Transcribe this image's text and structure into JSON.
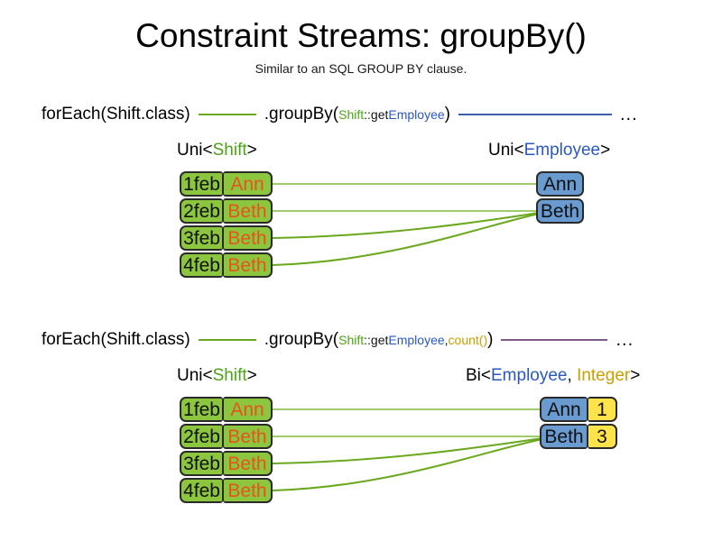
{
  "header": {
    "title": "Constraint Streams: groupBy()",
    "subtitle": "Similar to an SQL GROUP BY clause."
  },
  "colors": {
    "shift_box_fill": "#8cc63e",
    "shift_box_text": "#101010",
    "shift_employee_text": "#e8521c",
    "employee_box_fill": "#6a9bd0",
    "count_box_fill": "#ffe34d",
    "link_green": "#6aa81e",
    "link_blue": "#3b5fa8",
    "link_purple": "#7d5a85",
    "token_shift": "#4aa413",
    "token_employee": "#2a58c0",
    "token_integer": "#c8a002"
  },
  "sections": [
    {
      "id": "groupby-single",
      "pipeline": {
        "for_each_prefix": "forEach(",
        "for_each_type": "Shift",
        "for_each_suffix": ".class)",
        "connector_color": "green",
        "group_by_prefix": ".groupBy(",
        "mapper_type": "Shift",
        "mapper_sep": "::get",
        "mapper_prop": "Employee",
        "group_by_suffix": ")",
        "tail_connector_color": "blue",
        "ellipsis": "..."
      },
      "left_label": {
        "generic": "Uni<",
        "type": "Shift",
        "close": ">"
      },
      "right_label": {
        "generic": "Uni<",
        "type": "Employee",
        "close": ">"
      },
      "left_nodes": [
        {
          "date": "1feb",
          "employee": "Ann"
        },
        {
          "date": "2feb",
          "employee": "Beth"
        },
        {
          "date": "3feb",
          "employee": "Beth"
        },
        {
          "date": "4feb",
          "employee": "Beth"
        }
      ],
      "right_nodes": [
        {
          "employee": "Ann",
          "count": null
        },
        {
          "employee": "Beth",
          "count": null
        }
      ],
      "links": [
        {
          "from": 0,
          "to": 0
        },
        {
          "from": 1,
          "to": 1
        },
        {
          "from": 2,
          "to": 1
        },
        {
          "from": 3,
          "to": 1
        }
      ]
    },
    {
      "id": "groupby-count",
      "pipeline": {
        "for_each_prefix": "forEach(",
        "for_each_type": "Shift",
        "for_each_suffix": ".class)",
        "connector_color": "green",
        "group_by_prefix": ".groupBy(",
        "mapper_type": "Shift",
        "mapper_sep": "::get",
        "mapper_prop": "Employee",
        "mapper_comma": ", ",
        "collector": "count()",
        "group_by_suffix": ")",
        "tail_connector_color": "purple",
        "ellipsis": "..."
      },
      "left_label": {
        "generic": "Uni<",
        "type": "Shift",
        "close": ">"
      },
      "right_label": {
        "generic": "Bi<",
        "type": "Employee",
        "sep": ", ",
        "type2": "Integer",
        "close": ">"
      },
      "left_nodes": [
        {
          "date": "1feb",
          "employee": "Ann"
        },
        {
          "date": "2feb",
          "employee": "Beth"
        },
        {
          "date": "3feb",
          "employee": "Beth"
        },
        {
          "date": "4feb",
          "employee": "Beth"
        }
      ],
      "right_nodes": [
        {
          "employee": "Ann",
          "count": "1"
        },
        {
          "employee": "Beth",
          "count": "3"
        }
      ],
      "links": [
        {
          "from": 0,
          "to": 0
        },
        {
          "from": 1,
          "to": 1
        },
        {
          "from": 2,
          "to": 1
        },
        {
          "from": 3,
          "to": 1
        }
      ]
    }
  ]
}
